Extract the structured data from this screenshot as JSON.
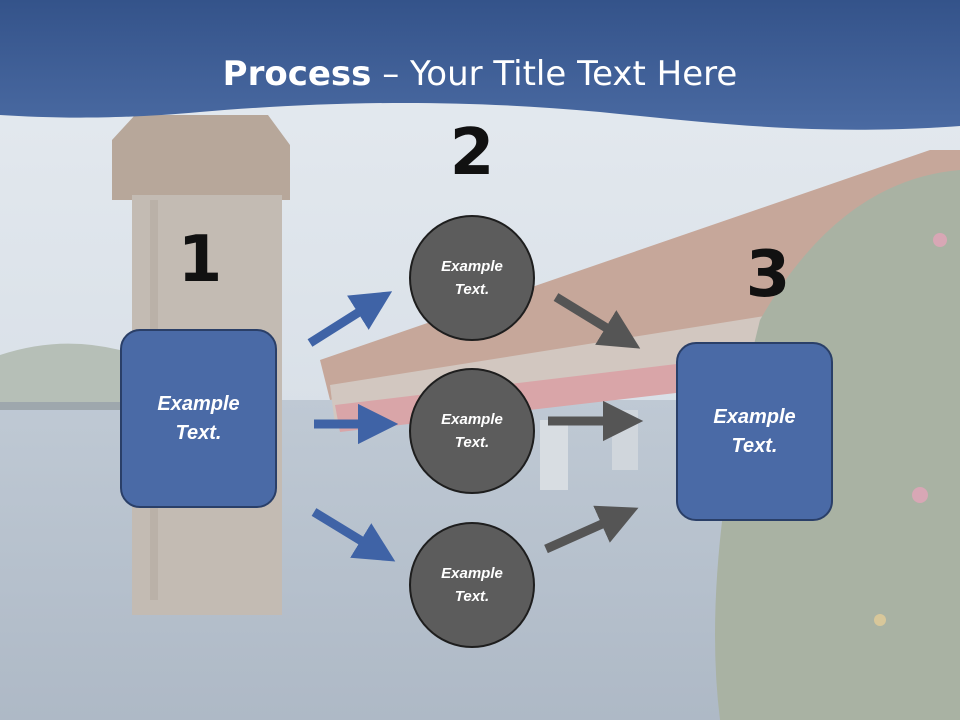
{
  "title": {
    "bold": "Process",
    "separator": " – ",
    "rest": "Your Title Text Here"
  },
  "steps": [
    {
      "number": "1",
      "label": "Example\nText."
    },
    {
      "number": "2"
    },
    {
      "number": "3",
      "label": "Example\nText."
    }
  ],
  "circles": [
    {
      "label": "Example\nText."
    },
    {
      "label": "Example\nText."
    },
    {
      "label": "Example\nText."
    }
  ],
  "colors": {
    "header": "#3e5f96",
    "box_fill": "#4a6aa6",
    "box_border": "#2a3f68",
    "circle_fill": "#5c5c5c",
    "blue_arrow": "#3f63a6",
    "gray_arrow": "#555555"
  }
}
